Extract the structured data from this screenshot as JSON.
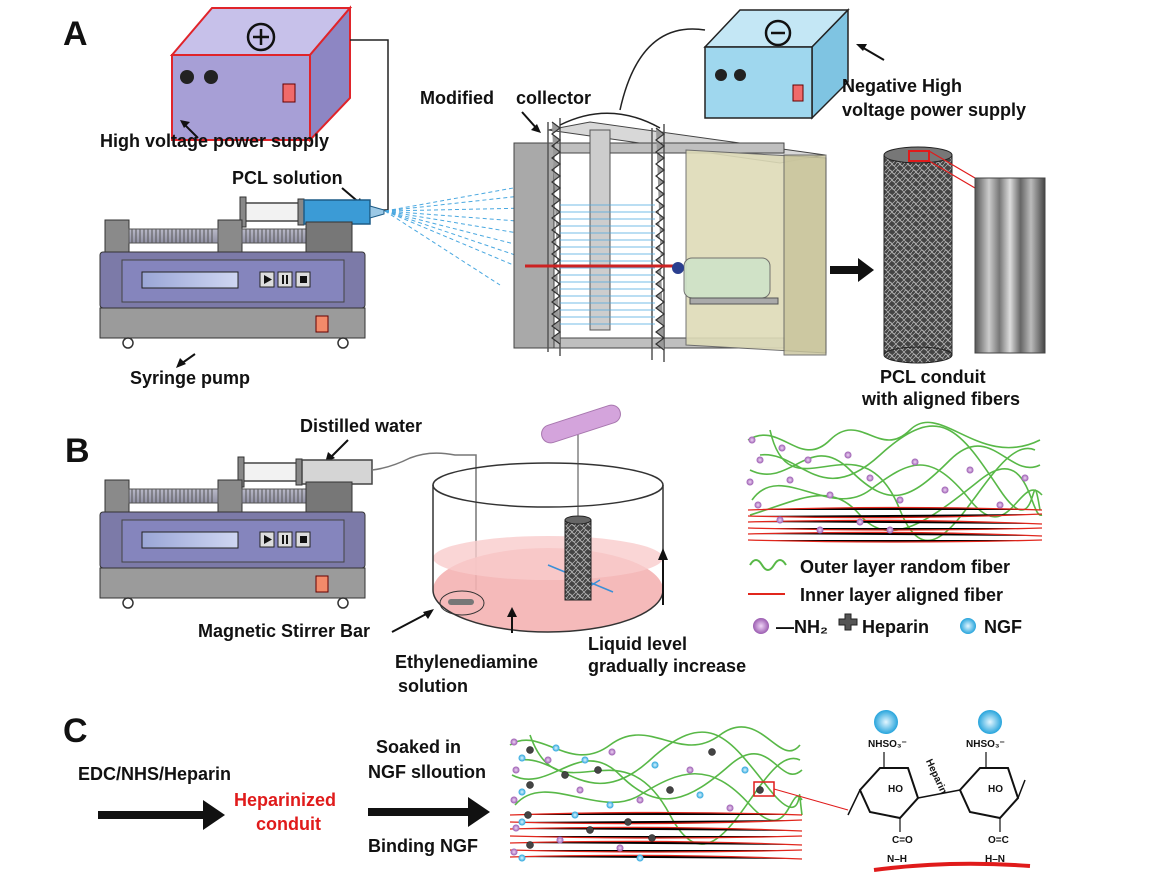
{
  "panels": {
    "a": "A",
    "b": "B",
    "c": "C"
  },
  "panel_a": {
    "hv_supply": "High voltage power supply",
    "plus": "+",
    "minus": "−",
    "pcl_solution": "PCL solution",
    "syringe_pump": "Syringe pump",
    "modified": "Modified",
    "collector": "collector",
    "neg_supply_line1": "Negative High",
    "neg_supply_line2": "voltage power supply",
    "conduit_line1": "PCL conduit",
    "conduit_line2": "with aligned fibers"
  },
  "panel_b": {
    "distilled_water": "Distilled water",
    "stirrer_bar": "Magnetic Stirrer Bar",
    "eda_line1": "Ethylenediamine",
    "eda_line2": "solution",
    "level_line1": "Liquid level",
    "level_line2": "gradually increase",
    "legend_outer": "Outer layer random fiber",
    "legend_inner": "Inner layer aligned fiber",
    "legend_nh2": "—NH₂",
    "legend_heparin": "Heparin",
    "legend_ngf": "NGF"
  },
  "panel_c": {
    "reagents": "EDC/NHS/Heparin",
    "heparinized_line1": "Heparinized",
    "heparinized_line2": "conduit",
    "soaked_line1": "Soaked in",
    "soaked_line2": "NGF slloution",
    "binding": "Binding NGF",
    "nhso3_left": "NHSO₃⁻",
    "nhso3_right": "NHSO₃⁻",
    "ho_left": "HO",
    "ho_right": "HO",
    "heparin_chem": "Heparin",
    "amide_c_left": "C=O",
    "amide_c_right": "O=C",
    "amide_nh_left": "N–H",
    "amide_nh_right": "H–N"
  },
  "colors": {
    "hv_box": "#a79fd6",
    "hv_border": "#e0242a",
    "neg_box": "#9fd7ee",
    "random_fiber": "#58b847",
    "aligned_fiber": "#e1261c",
    "nh2": "#b57cc8",
    "ngf": "#37b8ea",
    "solution": "#f4b2b2",
    "accent_red": "#e01b1b"
  },
  "icons": [
    "play-icon",
    "pause-icon",
    "stop-icon",
    "plus-icon",
    "minus-icon",
    "heparin-cross-icon"
  ]
}
